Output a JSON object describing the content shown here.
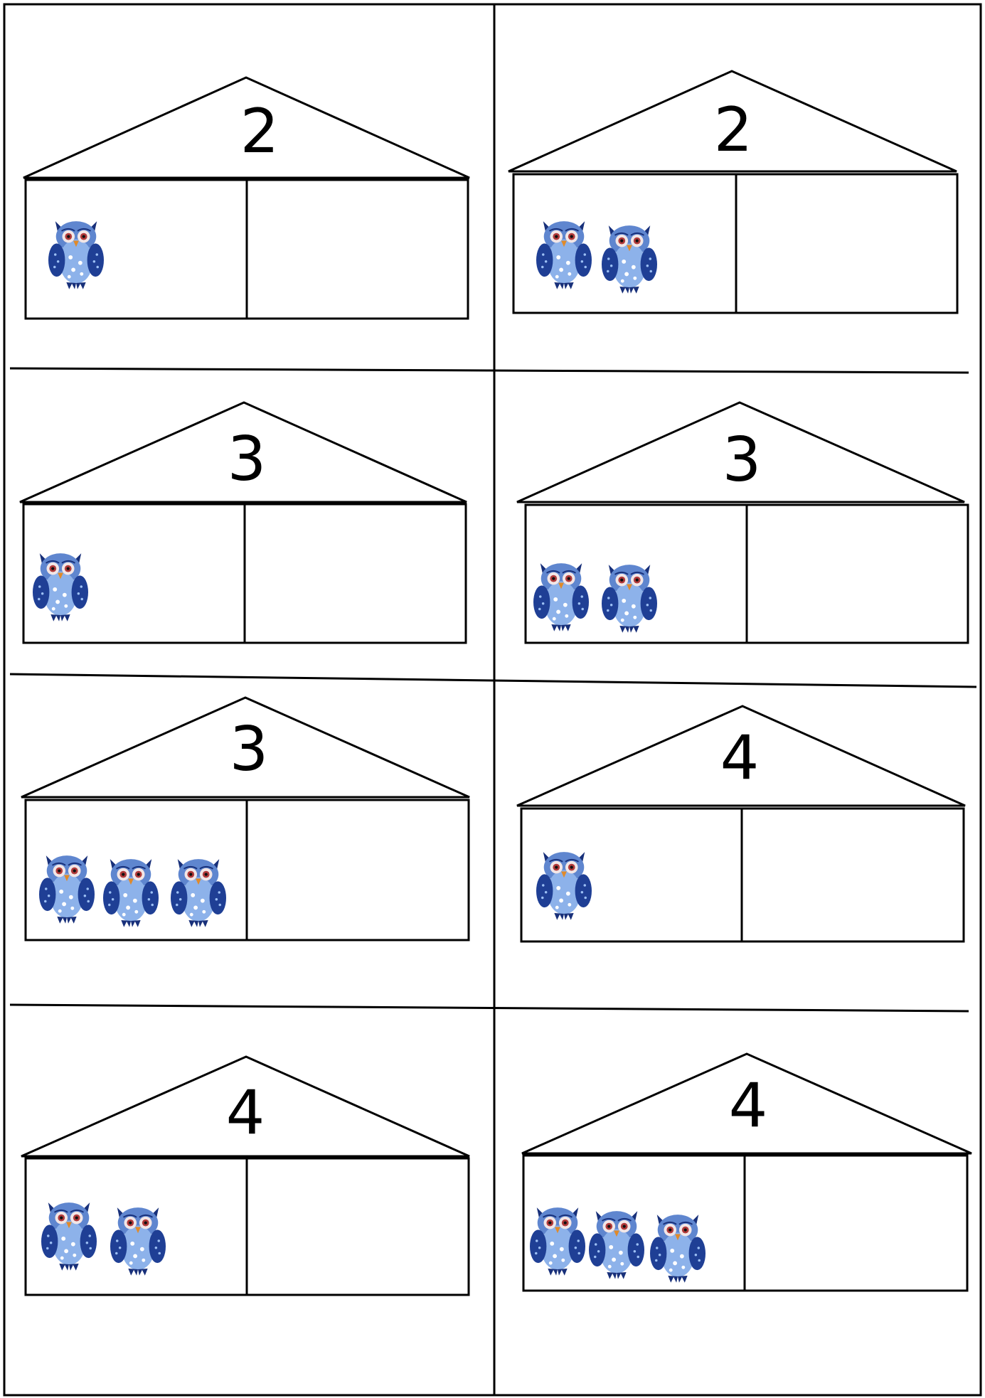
{
  "worksheet": {
    "cards": [
      {
        "number": "2",
        "owls_in_left_room": 1
      },
      {
        "number": "2",
        "owls_in_left_room": 2
      },
      {
        "number": "3",
        "owls_in_left_room": 1
      },
      {
        "number": "3",
        "owls_in_left_room": 2
      },
      {
        "number": "3",
        "owls_in_left_room": 3
      },
      {
        "number": "4",
        "owls_in_left_room": 1
      },
      {
        "number": "4",
        "owls_in_left_room": 2
      },
      {
        "number": "4",
        "owls_in_left_room": 3
      }
    ],
    "colors": {
      "ink": "#000000",
      "owl_body": "#7fa6e0",
      "owl_wing": "#1f3f95",
      "owl_dark": "#18307a",
      "owl_beak": "#e08a2a"
    },
    "icon": "owl-icon"
  }
}
